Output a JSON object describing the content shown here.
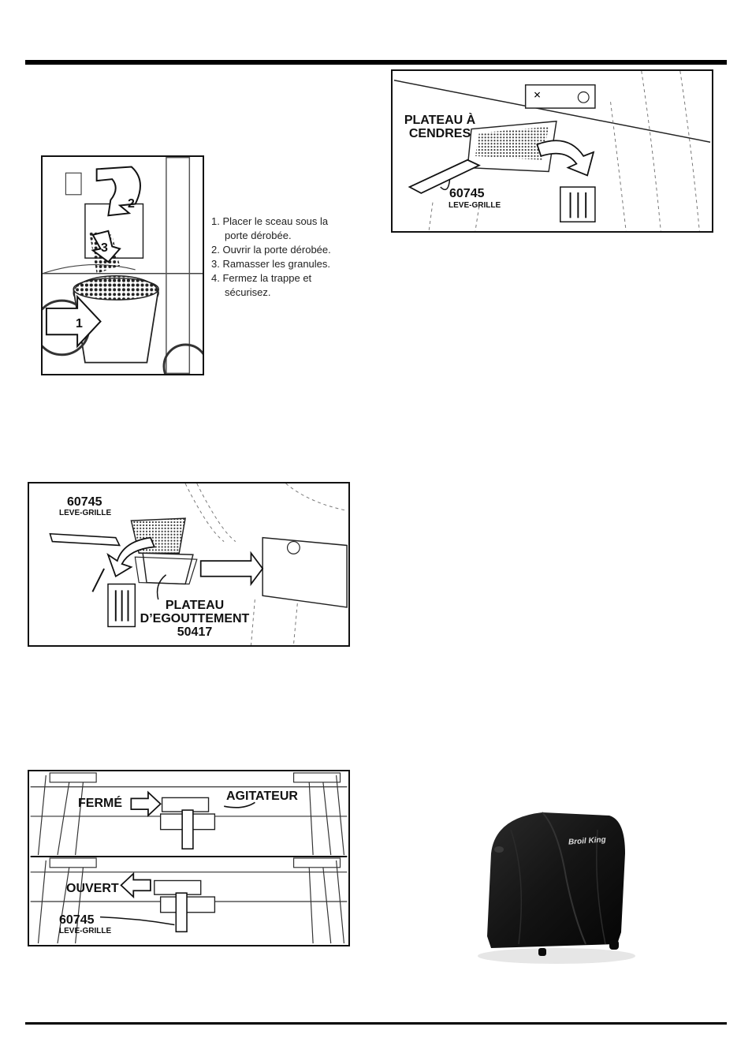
{
  "steps": {
    "step1_line1": "1. Placer le sceau sous la",
    "step1_line2": "porte dérobée.",
    "step2": "2. Ouvrir la porte dérobée.",
    "step3": "3. Ramasser les granules.",
    "step4_line1": "4. Fermez la trappe et",
    "step4_line2": "sécurisez."
  },
  "pellet_figure": {
    "arrow1": "1",
    "arrow2": "2",
    "arrow3": "3"
  },
  "ash_figure": {
    "tray_label_line1": "PLATEAU À",
    "tray_label_line2": "CENDRES",
    "tool_number": "60745",
    "tool_name": "LEVE-GRILLE"
  },
  "drip_figure": {
    "tool_number": "60745",
    "tool_name": "LEVE-GRILLE",
    "tray_label_line1": "PLATEAU",
    "tray_label_line2": "D’EGOUTTEMENT",
    "tray_part": "50417"
  },
  "agitator_figure": {
    "closed_label": "FERMÉ",
    "agitator_label": "AGITATEUR",
    "open_label": "OUVERT",
    "tool_number": "60745",
    "tool_name": "LEVE-GRILLE"
  },
  "cover_photo": {
    "brand": "Broil King"
  },
  "colors": {
    "rule": "#000000",
    "cover": "#141414"
  }
}
